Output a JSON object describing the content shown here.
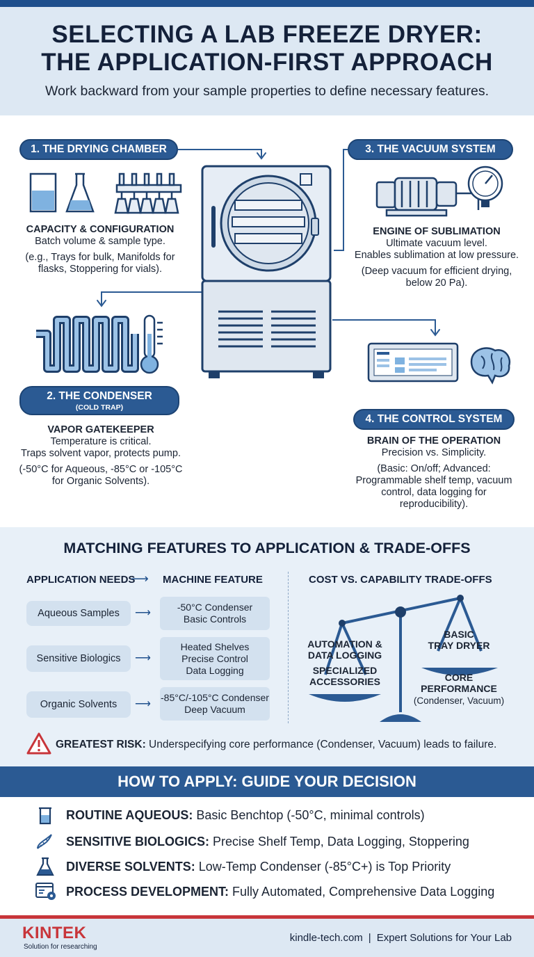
{
  "header": {
    "title": "SELECTING A LAB FREEZE DRYER:\nTHE APPLICATION-FIRST APPROACH",
    "subtitle": "Work backward from your sample properties to define necessary features."
  },
  "components": {
    "chamber": {
      "label": "1. THE DRYING CHAMBER",
      "heading": "CAPACITY & CONFIGURATION",
      "line": "Batch volume & sample type.",
      "example": "(e.g., Trays for bulk, Manifolds for flasks, Stoppering for vials)."
    },
    "condenser": {
      "label": "2. THE CONDENSER",
      "sublabel": "(COLD TRAP)",
      "heading": "VAPOR GATEKEEPER",
      "line": "Temperature is critical.",
      "line2": "Traps solvent vapor, protects pump.",
      "example": "(-50°C for Aqueous, -85°C or -105°C for Organic Solvents)."
    },
    "vacuum": {
      "label": "3. THE VACUUM SYSTEM",
      "heading": "ENGINE OF SUBLIMATION",
      "line": "Ultimate vacuum level.",
      "line2": "Enables sublimation at low pressure.",
      "example": "(Deep vacuum for efficient drying, below 20 Pa)."
    },
    "control": {
      "label": "4. THE CONTROL SYSTEM",
      "heading": "BRAIN OF THE OPERATION",
      "line": "Precision vs. Simplicity.",
      "example": "(Basic: On/off; Advanced: Programmable shelf temp, vacuum control, data logging for reproducibility)."
    }
  },
  "matching": {
    "title": "MATCHING FEATURES TO APPLICATION & TRADE-OFFS",
    "col_needs": "APPLICATION NEEDS",
    "col_feature": "MACHINE FEATURE",
    "rows": [
      {
        "need": "Aqueous Samples",
        "feature": "-50°C Condenser\nBasic Controls"
      },
      {
        "need": "Sensitive Biologics",
        "feature": "Heated Shelves\nPrecise Control\nData Logging"
      },
      {
        "need": "Organic Solvents",
        "feature": "-85°C/-105°C Condenser\nDeep Vacuum"
      }
    ],
    "tradeoff_title": "COST VS. CAPABILITY TRADE-OFFS",
    "left_pan": "AUTOMATION &\nDATA LOGGING",
    "left_pan2": "SPECIALIZED\nACCESSORIES",
    "right_pan": "BASIC\nTRAY DRYER",
    "right_pan2": "CORE\nPERFORMANCE",
    "right_pan2_sub": "(Condenser, Vacuum)",
    "risk_label": "GREATEST RISK:",
    "risk_text": " Underspecifying core performance (Condenser, Vacuum) leads to failure."
  },
  "apply": {
    "title": "HOW TO APPLY: GUIDE YOUR DECISION",
    "items": [
      {
        "label": "ROUTINE AQUEOUS:",
        "text": " Basic Benchtop (-50°C, minimal controls)",
        "icon": "beaker-icon"
      },
      {
        "label": "SENSITIVE BIOLOGICS:",
        "text": " Precise Shelf Temp, Data Logging, Stoppering",
        "icon": "dna-icon"
      },
      {
        "label": "DIVERSE SOLVENTS:",
        "text": " Low-Temp Condenser (-85°C+) is Top Priority",
        "icon": "flask-icon"
      },
      {
        "label": "PROCESS DEVELOPMENT:",
        "text": " Fully Automated, Comprehensive Data Logging",
        "icon": "settings-window-icon"
      }
    ]
  },
  "footer": {
    "brand": "KINTEK",
    "tagline": "Solution for researching",
    "site": "kindle-tech.com",
    "slogan": "Expert Solutions for Your Lab"
  },
  "colors": {
    "navy": "#1e4f8c",
    "pill": "#2b5a93",
    "accent_red": "#c8353a",
    "header_bg": "#dde8f3"
  }
}
